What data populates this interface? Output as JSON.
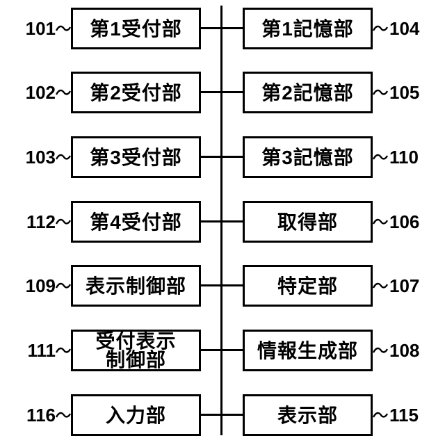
{
  "diagram": {
    "background_color": "#ffffff",
    "line_color": "#000000",
    "rows": [
      {
        "left_ref": "101",
        "left_label": "第1受付部",
        "right_label": "第1記憶部",
        "right_ref": "104"
      },
      {
        "left_ref": "102",
        "left_label": "第2受付部",
        "right_label": "第2記憶部",
        "right_ref": "105"
      },
      {
        "left_ref": "103",
        "left_label": "第3受付部",
        "right_label": "第3記憶部",
        "right_ref": "110"
      },
      {
        "left_ref": "112",
        "left_label": "第4受付部",
        "right_label": "取得部",
        "right_ref": "106"
      },
      {
        "left_ref": "109",
        "left_label": "表示制御部",
        "right_label": "特定部",
        "right_ref": "107"
      },
      {
        "left_ref": "111",
        "left_label": "受付表示\n制御部",
        "right_label": "情報生成部",
        "right_ref": "108"
      },
      {
        "left_ref": "116",
        "left_label": "入力部",
        "right_label": "表示部",
        "right_ref": "115"
      }
    ]
  }
}
